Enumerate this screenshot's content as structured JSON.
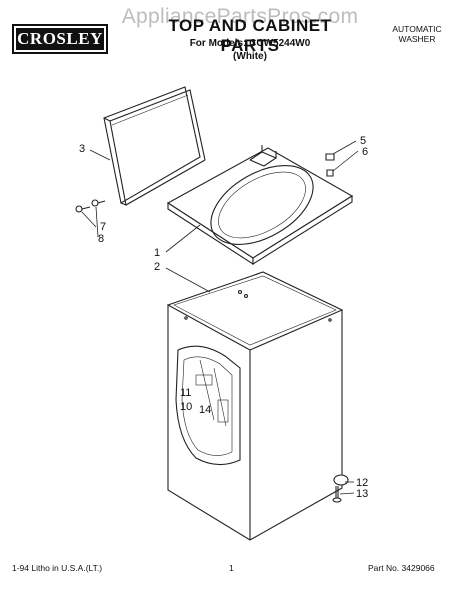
{
  "header": {
    "brand_logo": "CROSLEY",
    "title": "TOP AND CABINET PARTS",
    "models_line": "For Models: CCW5244W0",
    "color_line": "(White)",
    "product_type_line1": "AUTOMATIC",
    "product_type_line2": "WASHER",
    "watermark": "AppliancePartsPros.com"
  },
  "callouts": [
    "1",
    "2",
    "3",
    "5",
    "6",
    "7",
    "8",
    "10",
    "11",
    "12",
    "13",
    "14"
  ],
  "footer": {
    "print_info": "1-94 Litho in U.S.A.(LT.)",
    "page_number": "1",
    "part_number": "Part No. 3429066"
  }
}
